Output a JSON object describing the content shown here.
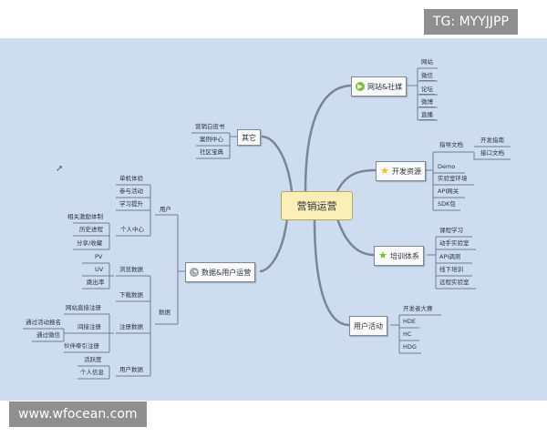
{
  "watermarks": {
    "top": "TG: MYYJJPP",
    "bottom": "www.wfocean.com"
  },
  "central": "营销运营",
  "branches": {
    "web": {
      "label": "网站&社媒",
      "icon": "play-icon",
      "children": [
        "网站",
        "微信",
        "论坛",
        "微博",
        "直播"
      ]
    },
    "dev": {
      "label": "开发资源",
      "icon": "star-icon",
      "children": [
        "指导文档",
        "Demo",
        "实验室环境",
        "API网关",
        "SDK包"
      ],
      "sub": [
        "开发指南",
        "接口文档"
      ]
    },
    "train": {
      "label": "培训体系",
      "icon": "star-icon",
      "children": [
        "课程学习",
        "动手实验室",
        "API调测",
        "线下培训",
        "远程实验室"
      ]
    },
    "act": {
      "label": "用户活动",
      "children": [
        "开发者大赛",
        "HDE",
        "HC",
        "HDG"
      ]
    },
    "other": {
      "label": "其它",
      "children": [
        "营销白皮书",
        "案例中心",
        "社区宝典"
      ]
    },
    "data": {
      "label": "数据&用户运营",
      "icon": "chart-icon",
      "user": {
        "label": "用户",
        "children": [
          "单机体验",
          "参与活动",
          "学习提升",
          "个人中心"
        ],
        "center": [
          "相关激励体制",
          "历史进程",
          "分享/收藏"
        ]
      },
      "data": {
        "label": "数据",
        "children": [
          "浏览数据",
          "下载数据",
          "注册数据",
          "用户数据"
        ],
        "browse": [
          "PV",
          "UV",
          "跳出率"
        ],
        "reg": [
          "网站直接注册",
          "间接注册",
          "伙伴牵引注册"
        ],
        "indirect": [
          "通过活动报名",
          "通过微信"
        ],
        "userdata": [
          "活跃度",
          "个人信息"
        ]
      }
    }
  },
  "colors": {
    "background": "#cddcef",
    "central": "#fbefb7",
    "line": "#6d7f93"
  }
}
